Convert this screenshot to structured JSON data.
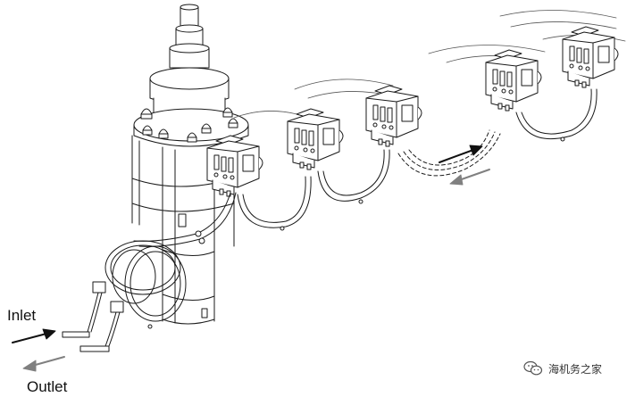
{
  "labels": {
    "inlet": "Inlet",
    "outlet": "Outlet"
  },
  "watermark": {
    "text": "海机务之家",
    "icon": "wechat-icon"
  },
  "colors": {
    "line": "#1a1a1a",
    "inlet_arrow": "#111111",
    "outlet_arrow": "#808080"
  }
}
